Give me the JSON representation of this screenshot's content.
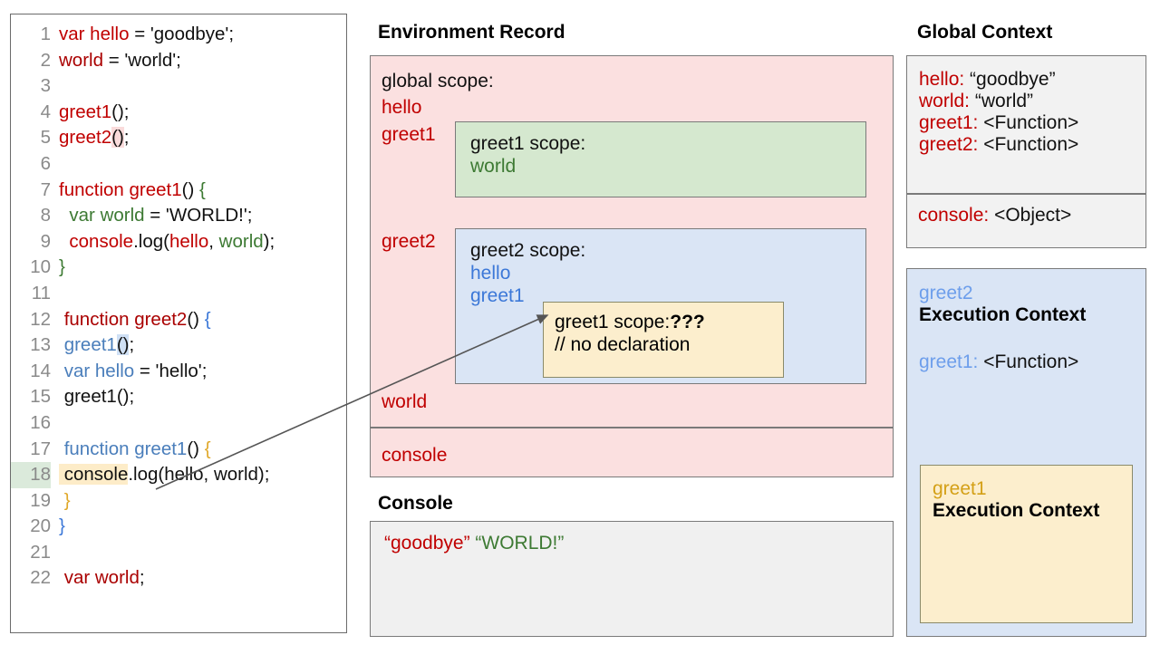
{
  "code": {
    "lines": [
      {
        "n": "1",
        "segs": [
          {
            "t": "var hello",
            "c": "t-red"
          },
          {
            "t": " = 'goodbye';",
            "c": "t-black"
          }
        ]
      },
      {
        "n": "2",
        "segs": [
          {
            "t": "world",
            "c": "t-darkred"
          },
          {
            "t": " = 'world';",
            "c": "t-black"
          }
        ]
      },
      {
        "n": "3",
        "segs": []
      },
      {
        "n": "4",
        "segs": [
          {
            "t": "greet1",
            "c": "t-red"
          },
          {
            "t": "();",
            "c": "t-black"
          }
        ]
      },
      {
        "n": "5",
        "segs": [
          {
            "t": "greet2",
            "c": "t-red"
          },
          {
            "t": "()",
            "c": "t-black hl-pink"
          },
          {
            "t": ";",
            "c": "t-black"
          }
        ]
      },
      {
        "n": "6",
        "segs": []
      },
      {
        "n": "7",
        "segs": [
          {
            "t": "function greet1",
            "c": "t-red"
          },
          {
            "t": "() ",
            "c": "t-black"
          },
          {
            "t": "{",
            "c": "t-green"
          }
        ]
      },
      {
        "n": "8",
        "segs": [
          {
            "t": "  var world",
            "c": "t-green"
          },
          {
            "t": " = 'WORLD!';",
            "c": "t-black"
          }
        ]
      },
      {
        "n": "9",
        "segs": [
          {
            "t": "  console",
            "c": "t-red"
          },
          {
            "t": ".log(",
            "c": "t-black"
          },
          {
            "t": "hello",
            "c": "t-red"
          },
          {
            "t": ", ",
            "c": "t-black"
          },
          {
            "t": "world",
            "c": "t-green"
          },
          {
            "t": ");",
            "c": "t-black"
          }
        ]
      },
      {
        "n": "10",
        "segs": [
          {
            "t": "}",
            "c": "t-green"
          }
        ]
      },
      {
        "n": "11",
        "segs": []
      },
      {
        "n": "12",
        "segs": [
          {
            "t": " function greet2",
            "c": "t-darkred"
          },
          {
            "t": "() ",
            "c": "t-black"
          },
          {
            "t": "{",
            "c": "t-blue2"
          }
        ]
      },
      {
        "n": "13",
        "segs": [
          {
            "t": " greet1",
            "c": "t-blue"
          },
          {
            "t": "()",
            "c": "t-black hl-blue"
          },
          {
            "t": ";",
            "c": "t-black"
          }
        ]
      },
      {
        "n": "14",
        "segs": [
          {
            "t": " var hello",
            "c": "t-blue"
          },
          {
            "t": " = 'hello';",
            "c": "t-black"
          }
        ]
      },
      {
        "n": "15",
        "segs": [
          {
            "t": " greet1();",
            "c": "t-black"
          }
        ]
      },
      {
        "n": "16",
        "segs": []
      },
      {
        "n": "17",
        "segs": [
          {
            "t": " function greet1",
            "c": "t-blue"
          },
          {
            "t": "() ",
            "c": "t-black"
          },
          {
            "t": "{",
            "c": "t-gold"
          }
        ]
      },
      {
        "n": "18",
        "hl_ln": true,
        "segs": [
          {
            "t": " console",
            "c": "t-black hl-yellow"
          },
          {
            "t": ".log(hello, world);",
            "c": "t-black"
          }
        ]
      },
      {
        "n": "19",
        "segs": [
          {
            "t": " }",
            "c": "t-gold"
          }
        ]
      },
      {
        "n": "20",
        "segs": [
          {
            "t": "}",
            "c": "t-blue2"
          }
        ]
      },
      {
        "n": "21",
        "segs": []
      },
      {
        "n": "22",
        "segs": [
          {
            "t": " var world",
            "c": "t-darkred"
          },
          {
            "t": ";",
            "c": "t-black"
          }
        ]
      }
    ]
  },
  "env_record": {
    "title": "Environment Record",
    "global_scope_label": "global scope:",
    "bindings": [
      "hello",
      "greet1",
      "greet2",
      "world"
    ],
    "console_binding": "console",
    "greet1_scope": {
      "heading": "greet1 scope:",
      "items": [
        "world"
      ]
    },
    "greet2_scope": {
      "heading": "greet2 scope:",
      "items": [
        "hello",
        "greet1"
      ]
    },
    "greet1_inner": {
      "heading": "greet1 scope:",
      "unknown": "???",
      "comment": "// no declaration"
    }
  },
  "console": {
    "title": "Console",
    "output": [
      {
        "text": "“goodbye”",
        "color": "#c00000"
      },
      {
        "text": "“WORLD!”",
        "color": "#3d7a33"
      }
    ]
  },
  "global_context": {
    "title": "Global Context",
    "rows": [
      {
        "key": "hello",
        "val": "“goodbye”"
      },
      {
        "key": "world",
        "val": "“world”"
      },
      {
        "key": "greet1",
        "val": "<Function>"
      },
      {
        "key": "greet2",
        "val": "<Function>"
      }
    ],
    "console_row": {
      "key": "console",
      "val": "<Object>"
    }
  },
  "greet2_execution_context": {
    "name": "greet2",
    "title": "Execution Context",
    "rows": [
      {
        "key": "greet1",
        "val": "<Function>"
      }
    ]
  },
  "greet1_execution_context": {
    "name": "greet1",
    "title": "Execution Context"
  },
  "colors": {
    "env_record_bg": "#fbe0e0",
    "greet1_scope_bg": "#d5e8cf",
    "greet2_scope_bg": "#dae5f5",
    "greet1_inner_bg": "#fceecd",
    "console_bg": "#f0f0f0",
    "global_ctx_bg": "#f2f2f2",
    "border": "#7a7a7a",
    "red_token": "#c00000",
    "green_token": "#3d7a33",
    "blue_token": "#4a7ebb",
    "gold_token": "#d4a017"
  }
}
